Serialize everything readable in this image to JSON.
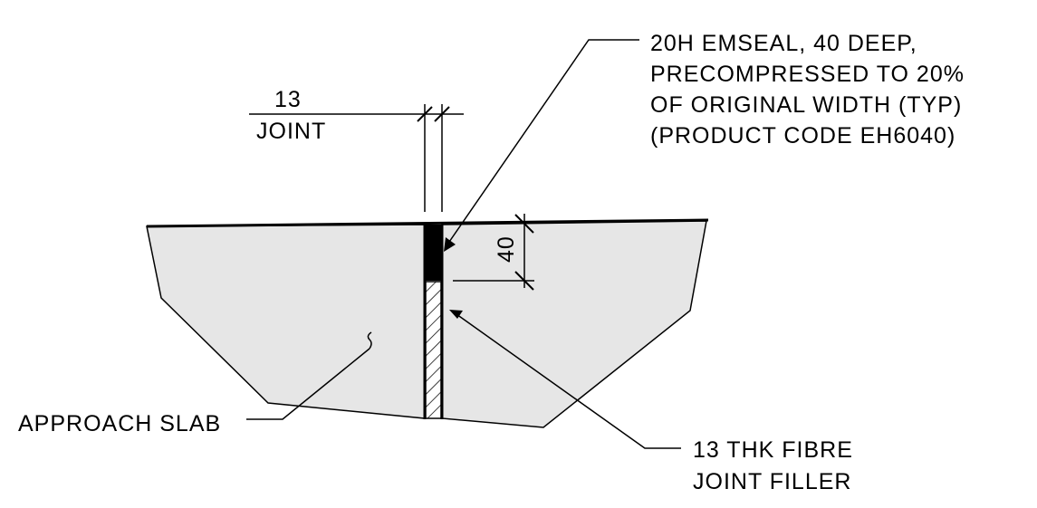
{
  "labels": {
    "joint_width": "13",
    "joint": "JOINT",
    "seal_depth": "40",
    "emseal_line1": "20H EMSEAL, 40 DEEP,",
    "emseal_line2": "PRECOMPRESSED TO 20%",
    "emseal_line3": "OF ORIGINAL WIDTH (TYP)",
    "emseal_line4": "(PRODUCT CODE EH6040)",
    "approach_slab": "APPROACH SLAB",
    "filler_line1": "13 THK FIBRE",
    "filler_line2": "JOINT FILLER"
  },
  "colors": {
    "concrete": "#e6e6e6",
    "line": "#000000",
    "seal": "#000000"
  }
}
